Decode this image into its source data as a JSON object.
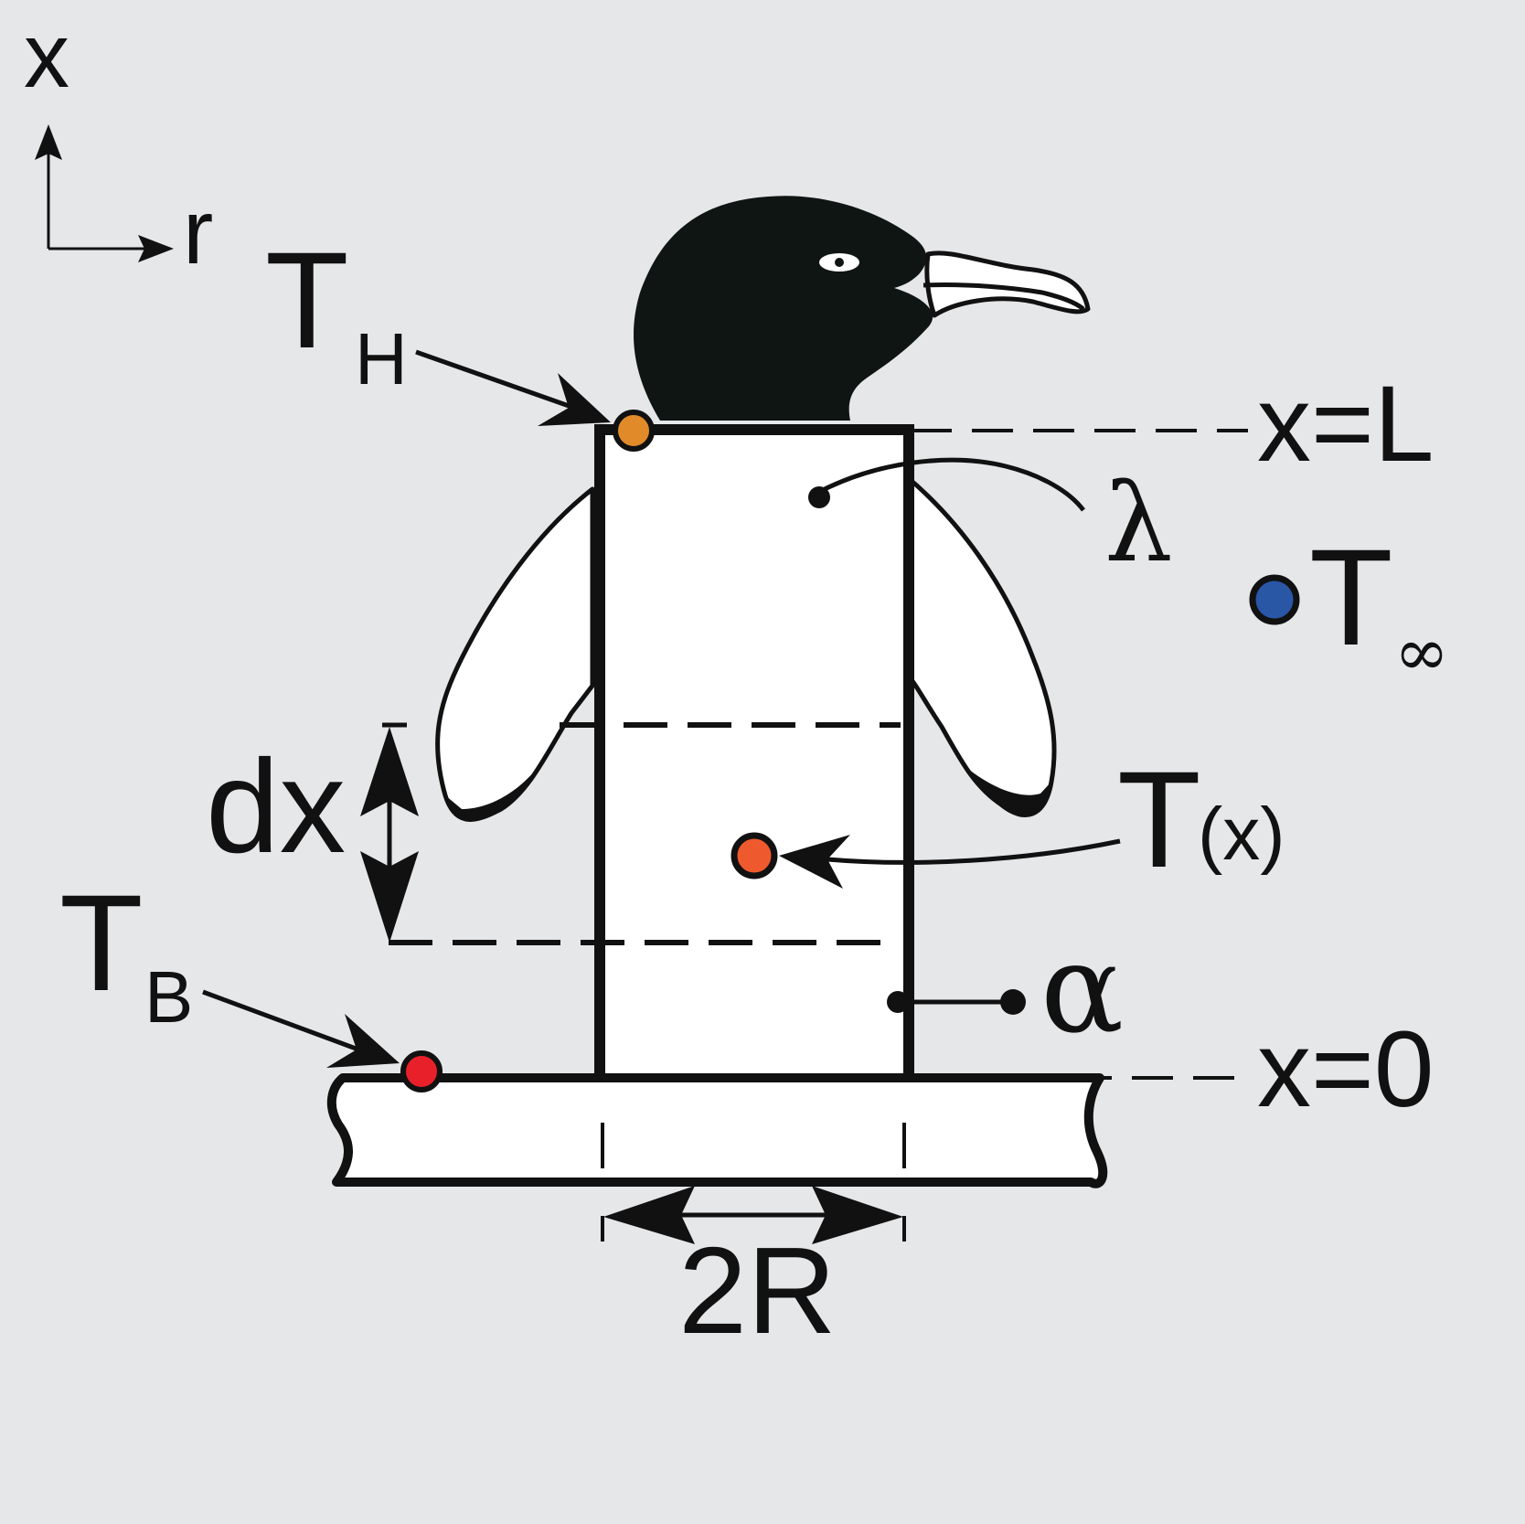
{
  "axes": {
    "vertical_label": "x",
    "horizontal_label": "r"
  },
  "labels": {
    "t_head_main": "T",
    "t_head_sub": "H",
    "t_base_main": "T",
    "t_base_sub": "B",
    "t_inf_main": "T",
    "t_inf_sub": "∞",
    "t_x_main": "T",
    "t_x_arg": "(x)",
    "lambda": "λ",
    "alpha": "α",
    "dx": "dx",
    "x_top": "x=L",
    "x_bottom": "x=0",
    "width": "2R"
  },
  "colors": {
    "background": "#e6e7e9",
    "outline": "#111111",
    "body_fill": "#ffffff",
    "head_fill": "#0f1513",
    "t_head_dot": "#e08a2a",
    "t_base_dot": "#e8202a",
    "t_inf_dot": "#2a56a6",
    "t_x_dot": "#ee5a2e"
  }
}
